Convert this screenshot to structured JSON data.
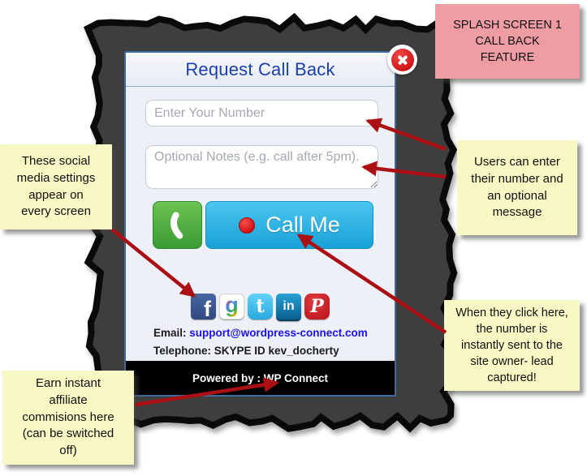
{
  "modal": {
    "title": "Request Call Back",
    "phone_placeholder": "Enter Your Number",
    "notes_placeholder": "Optional Notes (e.g. call after 5pm).",
    "call_button_label": "Call Me",
    "contact": {
      "email_label": "Email:",
      "email_address": "support@wordpress-connect.com",
      "telephone_label": "Telephone:",
      "telephone_value": "SKYPE ID kev_docherty"
    },
    "footer_text": "Powered by : WP Connect",
    "social": [
      {
        "name": "facebook",
        "glyph": "f",
        "color": "#3b5998"
      },
      {
        "name": "google",
        "glyph": "g",
        "color": "#ffffff"
      },
      {
        "name": "twitter",
        "glyph": "t",
        "color": "#2fb6e9"
      },
      {
        "name": "linkedin",
        "glyph": "in",
        "color": "#0e76a8"
      },
      {
        "name": "pinterest",
        "glyph": "P",
        "color": "#cb2027"
      }
    ]
  },
  "annotations": {
    "splash_note": {
      "text": "SPLASH SCREEN 1\nCALL BACK\nFEATURE",
      "color": "#ef9da4"
    },
    "social_note": {
      "text": "These social\nmedia settings\nappear on\nevery screen",
      "color": "#f8f8c4"
    },
    "input_note": {
      "text": "Users can enter\ntheir number and\nan optional\nmessage",
      "color": "#f8f8c4"
    },
    "click_note": {
      "text": "When they click here,\nthe number is\ninstantly sent to the\nsite owner- lead\ncaptured!",
      "color": "#f8f8c4"
    },
    "affiliate_note": {
      "text": "Earn instant\naffiliate\ncommisions here\n(can be switched\noff)",
      "color": "#f8f8c4"
    }
  },
  "colors": {
    "arrow": "#ab1014",
    "modal_border": "#3b6ba0",
    "title": "#1b3fae",
    "link": "#1b12ee",
    "call_button": "#2ab2e2",
    "phone_button": "#46a83c",
    "footer_bg": "#000000",
    "torn_paper": "#3e3e3e"
  }
}
